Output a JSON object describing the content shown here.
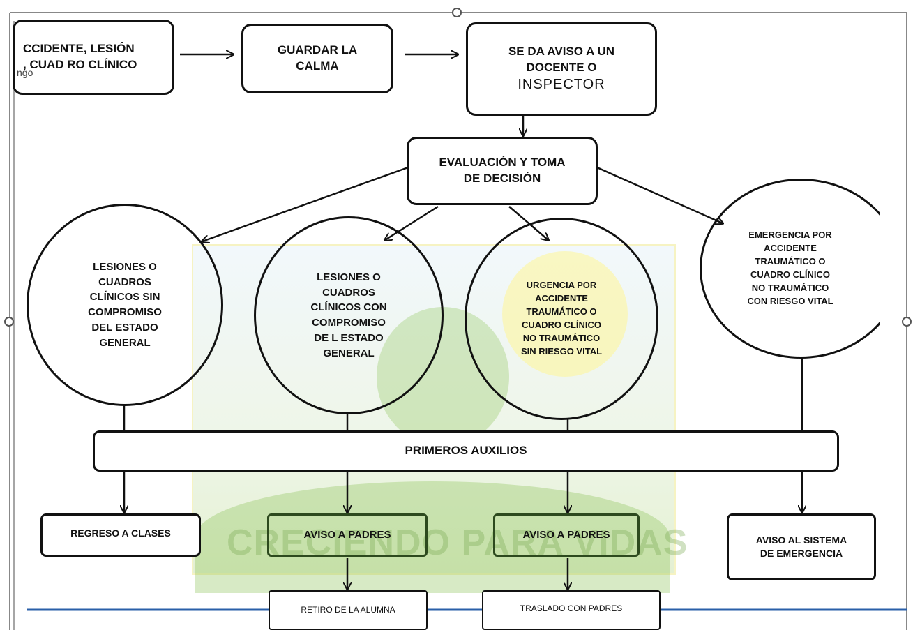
{
  "nodes": {
    "accidente": "CCIDENTE, LESIÓN\n, CUAD RO CLÍNICO",
    "accidente_overlay": "ngo",
    "calma": "GUARDAR LA\nCALMA",
    "aviso_docente": "SE DA AVISO A UN\nDOCENTE O",
    "aviso_docente_extra": "INSPECTOR",
    "evaluacion": "EVALUACIÓN Y TOMA\nDE DECISIÓN",
    "circle_1": "LESIONES O\nCUADROS\nCLÍNICOS SIN\nCOMPROMISO\nDEL ESTADO\nGENERAL",
    "circle_2": "LESIONES O\nCUADROS\nCLÍNICOS CON\nCOMPROMISO\nDE L ESTADO\nGENERAL",
    "circle_3": "URGENCIA POR\nACCIDENTE\nTRAUMÁTICO O\nCUADRO CLÍNICO\nNO TRAUMÁTICO\nSIN RIESGO VITAL",
    "circle_4": "EMERGENCIA POR\nACCIDENTE\nTRAUMÁTICO O\nCUADRO CLÍNICO\nNO TRAUMÁTICO\nCON RIESGO VITAL",
    "primeros_auxilios": "PRIMEROS AUXILIOS",
    "regreso": "REGRESO A CLASES",
    "aviso_padres_1": "AVISO A PADRES",
    "aviso_padres_2": "AVISO A PADRES",
    "aviso_emergencia": "AVISO AL SISTEMA\nDE EMERGENCIA",
    "retiro": "RETIRO DE LA ALUMNA",
    "traslado": "TRASLADO CON PADRES"
  },
  "watermark": {
    "text": "CRECIENDO PARA VIDAS",
    "color": "#9cc46a"
  },
  "colors": {
    "stroke": "#111111",
    "aviso_padres_border": "#2d4a1e"
  }
}
